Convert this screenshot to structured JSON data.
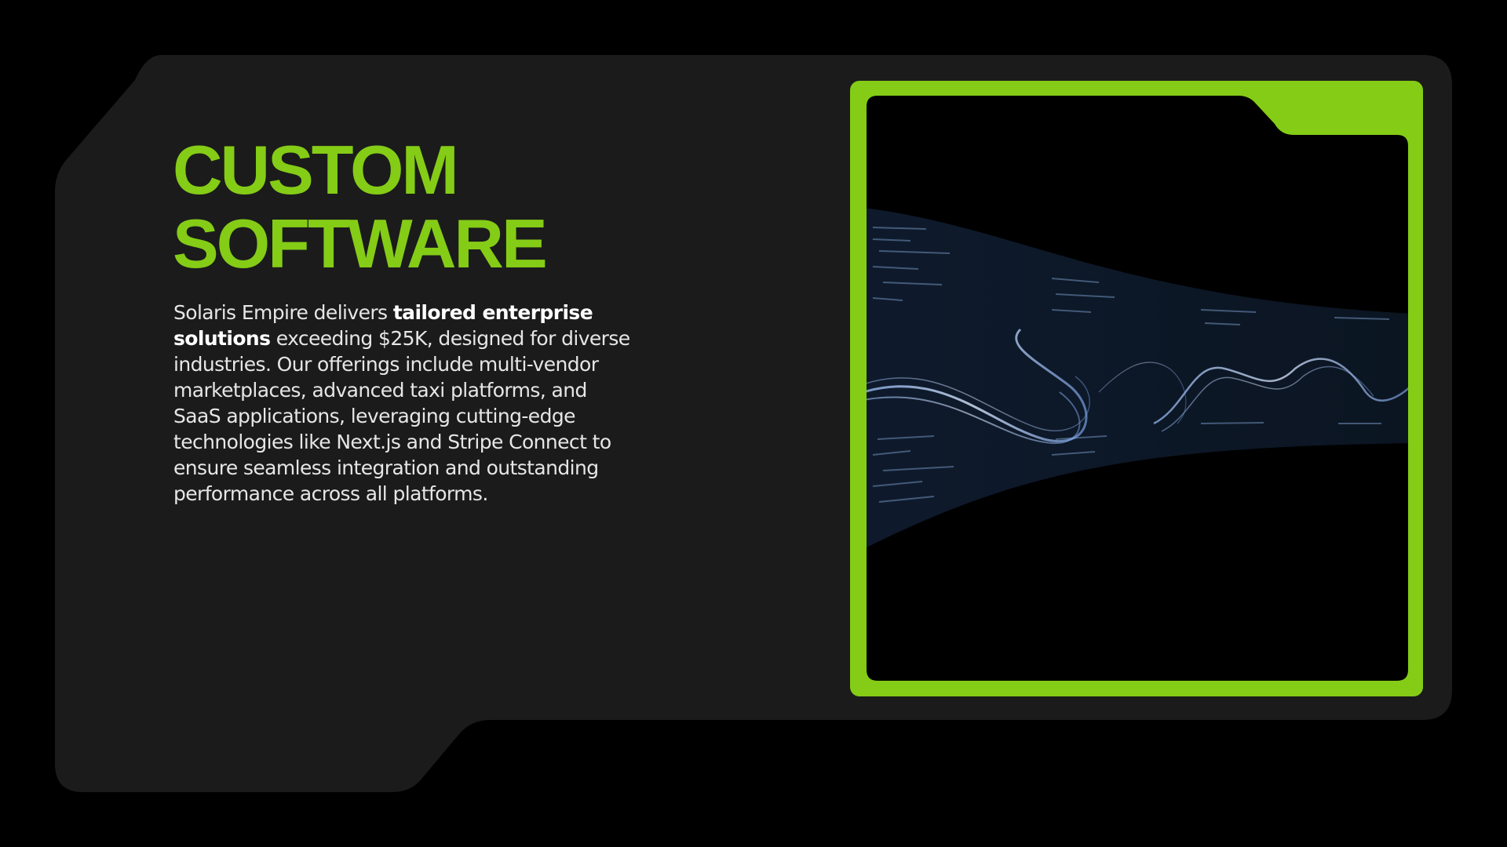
{
  "slide": {
    "title_line1": "CUSTOM",
    "title_line2": "SOFTWARE",
    "body": {
      "part1": "Solaris Empire delivers ",
      "bold1": "tailored enterprise solutions",
      "part2": " exceeding $25K, designed for diverse industries. Our offerings include multi-vendor marketplaces, advanced taxi platforms, and SaaS applications, leveraging cutting-edge technologies like Next.js and Stripe Connect to ensure seamless integration and outstanding performance across all platforms."
    }
  },
  "image": {
    "subject": "code-screens-with-light-waves",
    "alt": ""
  },
  "colors": {
    "background": "#000000",
    "card": "#1b1b1b",
    "accent": "#84cc16",
    "text": "#e6e6e6"
  }
}
